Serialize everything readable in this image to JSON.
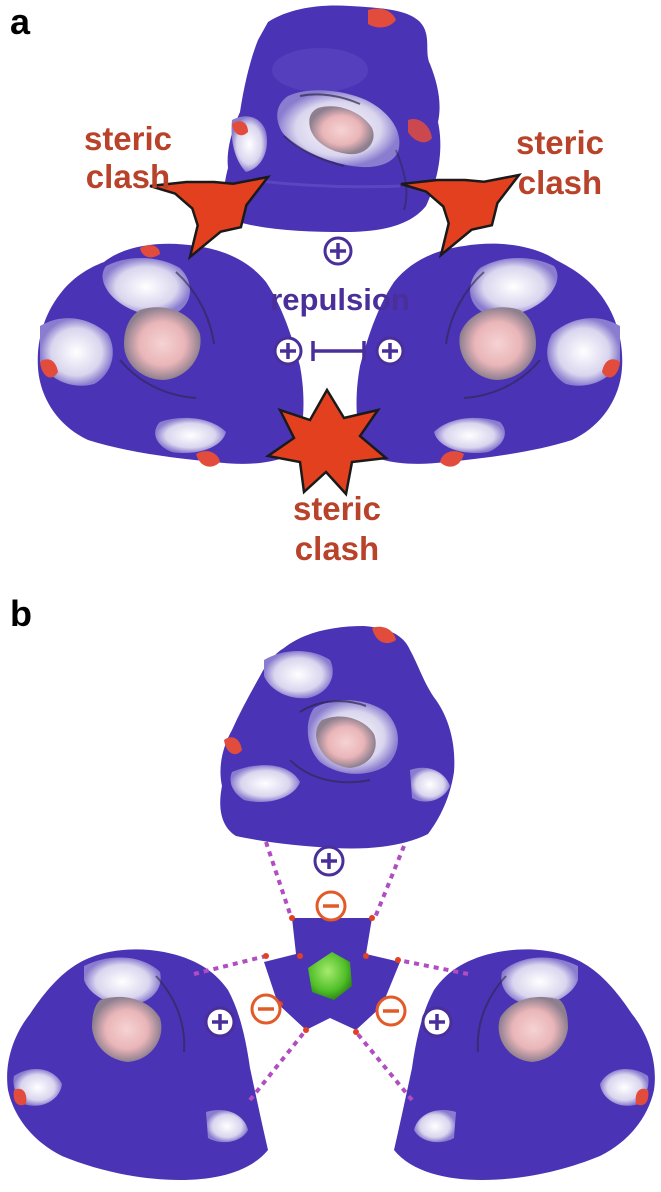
{
  "panels": [
    {
      "label": "a",
      "clash_labels": [
        {
          "line1": "steric",
          "line2": "clash"
        },
        {
          "line1": "steric",
          "line2": "clash"
        },
        {
          "line1": "steric",
          "line2": "clash"
        }
      ],
      "repulsion_label": "repulsion"
    },
    {
      "label": "b"
    }
  ],
  "colors": {
    "protein_blue": "#4b33b5",
    "protein_white": "#e9e6f2",
    "protein_red": "#e24c3c",
    "protein_pink": "#f2c2c2",
    "clash_star": "#e2401f",
    "clash_text": "#b8432a",
    "repulsion": "#4a2f9a",
    "positive_sign": "#4a2f9a",
    "negative_sign": "#e15a28",
    "dotted_link": "#b14cc2",
    "central_core": "#55c22c"
  },
  "icons": {
    "clash": "explosion-star-icon",
    "positive": "plus-charge-icon",
    "negative": "minus-charge-icon",
    "repulsion": "repulsion-bar-icon"
  }
}
